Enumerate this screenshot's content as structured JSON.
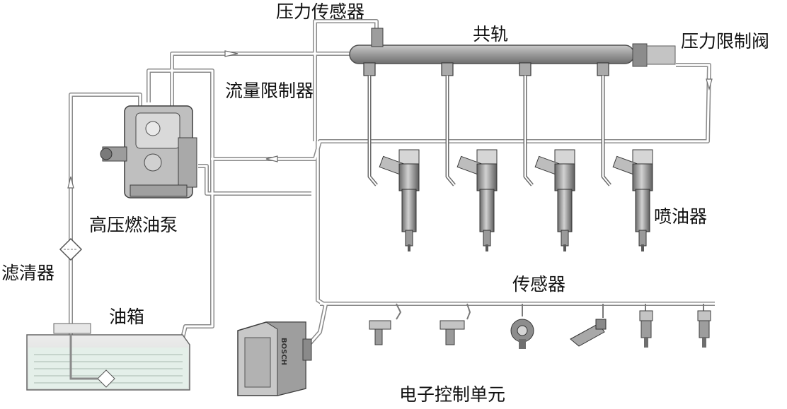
{
  "labels": {
    "pressure_sensor": "压力传感器",
    "common_rail": "共轨",
    "pressure_limit_valve": "压力限制阀",
    "flow_limiter": "流量限制器",
    "high_pressure_pump": "高压燃油泵",
    "injector": "喷油器",
    "filter": "滤清器",
    "fuel_tank": "油箱",
    "sensors": "传感器",
    "ecu": "电子控制单元"
  },
  "ecu_brand": "BOSCH",
  "colors": {
    "line": "#7f7f7f",
    "part_light": "#dcdcdc",
    "part_mid": "#a8a8a8",
    "part_dark": "#5a5a5a",
    "fuel": "#e4efe9"
  }
}
